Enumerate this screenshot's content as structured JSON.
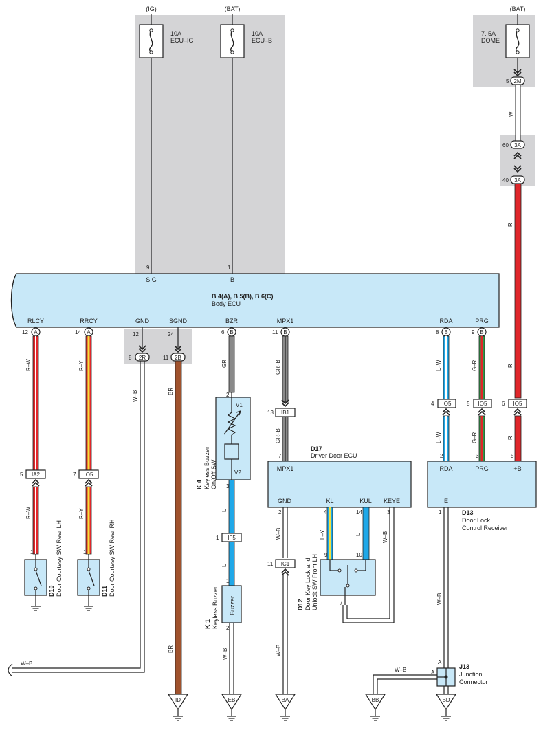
{
  "power": {
    "ig": "(IG)",
    "bat1": "(BAT)",
    "bat2": "(BAT)",
    "fuse1_amp": "10A",
    "fuse1_name": "ECU–IG",
    "fuse2_amp": "10A",
    "fuse2_name": "ECU–B",
    "fuse3_amp": "7. 5A",
    "fuse3_name": "DOME"
  },
  "body_ecu": {
    "code": "B 4(A), B 5(B), B 6(C)",
    "name": "Body ECU",
    "sig_label": "SIG",
    "sig_pin": "9",
    "b_label": "B",
    "b_pin": "1",
    "terms": [
      {
        "label": "RLCY",
        "pin": "12",
        "conn": "A"
      },
      {
        "label": "RRCY",
        "pin": "14",
        "conn": "A"
      },
      {
        "label": "GND",
        "pin": "12",
        "conn": ""
      },
      {
        "label": "SGND",
        "pin": "24",
        "conn": ""
      },
      {
        "label": "BZR",
        "pin": "6",
        "conn": "B"
      },
      {
        "label": "MPX1",
        "pin": "11",
        "conn": "B"
      },
      {
        "label": "RDA",
        "pin": "8",
        "conn": "B"
      },
      {
        "label": "PRG",
        "pin": "9",
        "conn": "B"
      }
    ]
  },
  "connectors": {
    "c2m_pin": "5",
    "c2m": "2M",
    "c3a_a_pin": "60",
    "c3a_a": "3A",
    "c3a_b_pin": "40",
    "c3a_b": "3A",
    "c2r_pin": "8",
    "c2r": "2R",
    "c2b_pin": "11",
    "c2b": "2B",
    "ib1_pin": "13",
    "ib1": "IB1",
    "ia2_pin": "5",
    "ia2": "IA2",
    "io5a_pin": "7",
    "io5a": "IO5",
    "if5_pin": "1",
    "if5": "IF5",
    "ic1_pin": "11",
    "ic1": "IC1",
    "io5b_pin": "4",
    "io5b": "IO5",
    "io5c_pin": "5",
    "io5c": "IO5",
    "io5d_pin": "6",
    "io5d": "IO5"
  },
  "wires": {
    "w_dome": "W",
    "r_top": "R",
    "r_mid": "R",
    "r_low": "R",
    "rw_top": "R–W",
    "rw_bot": "R–W",
    "ry_top": "R–Y",
    "ry_bot": "R–Y",
    "wb_gnd": "W–B",
    "br_top": "BR",
    "br_bot": "BR",
    "gr": "GR",
    "grb_top": "GR–B",
    "grb_mid": "GR–B",
    "l_k4": "L",
    "l_k1": "L",
    "wb_k1": "W–B",
    "wb_mpx_top": "W–B",
    "wb_mpx_bot": "W–B",
    "ly": "L–Y",
    "l_kul": "L",
    "wb_keye": "W–B",
    "lw_top": "L–W",
    "lw_bot": "L–W",
    "gr2_top": "G–R",
    "gr2_bot": "G–R",
    "wb_d13": "W–B",
    "wb_left": "W–B",
    "wb_bb": "W–B"
  },
  "d17": {
    "code": "D17",
    "name": "Driver Door ECU",
    "mpx_pin": "7",
    "mpx_label": "MPX1",
    "gnd_label": "GND",
    "gnd_pin": "2",
    "kl_label": "KL",
    "kl_pin": "4",
    "kul_label": "KUL",
    "kul_pin": "14",
    "keye_label": "KEYE",
    "keye_pin": "3"
  },
  "d13": {
    "code": "D13",
    "name1": "Door Lock",
    "name2": "Control Receiver",
    "rda_label": "RDA",
    "rda_pin": "2",
    "prg_label": "PRG",
    "prg_pin": "3",
    "b_label": "+B",
    "b_pin": "5",
    "e_label": "E",
    "e_pin": "1"
  },
  "k4": {
    "code": "K 4",
    "name1": "Keyless Buzzer",
    "name2": "On/Off SW",
    "v1": "V1",
    "v2": "V2",
    "pin_top": "2",
    "pin_bot": "3"
  },
  "k1": {
    "code": "K 1",
    "name": "Keyless Buzzer",
    "buzzer": "Buzzer",
    "pin_top": "1",
    "pin_bot": "2"
  },
  "d10": {
    "code": "D10",
    "name": "Door Courtesy SW Rear LH",
    "pin": "1"
  },
  "d11": {
    "code": "D11",
    "name": "Door Courtesy SW Rear RH",
    "pin": "1"
  },
  "d12": {
    "code": "D12",
    "name1": "Door Key Lock and",
    "name2": "Unlock SW Front LH",
    "pin9": "9",
    "pin10": "10",
    "pin7": "7"
  },
  "j13": {
    "code": "J13",
    "name1": "Junction",
    "name2": "Connector",
    "a1": "A",
    "a2": "A"
  },
  "grounds": {
    "id": "ID",
    "eb": "EB",
    "ba": "BA",
    "bb": "BB",
    "bd": "BD"
  },
  "colors": {
    "red": "#e0262a",
    "yellow": "#f4e03c",
    "white": "#ffffff",
    "brown": "#a0522d",
    "gray": "#8a8a8a",
    "blue": "#20a8e8",
    "green": "#2e9e4a",
    "ecu_fill": "#c8e8f8",
    "shade": "#d4d4d6"
  }
}
